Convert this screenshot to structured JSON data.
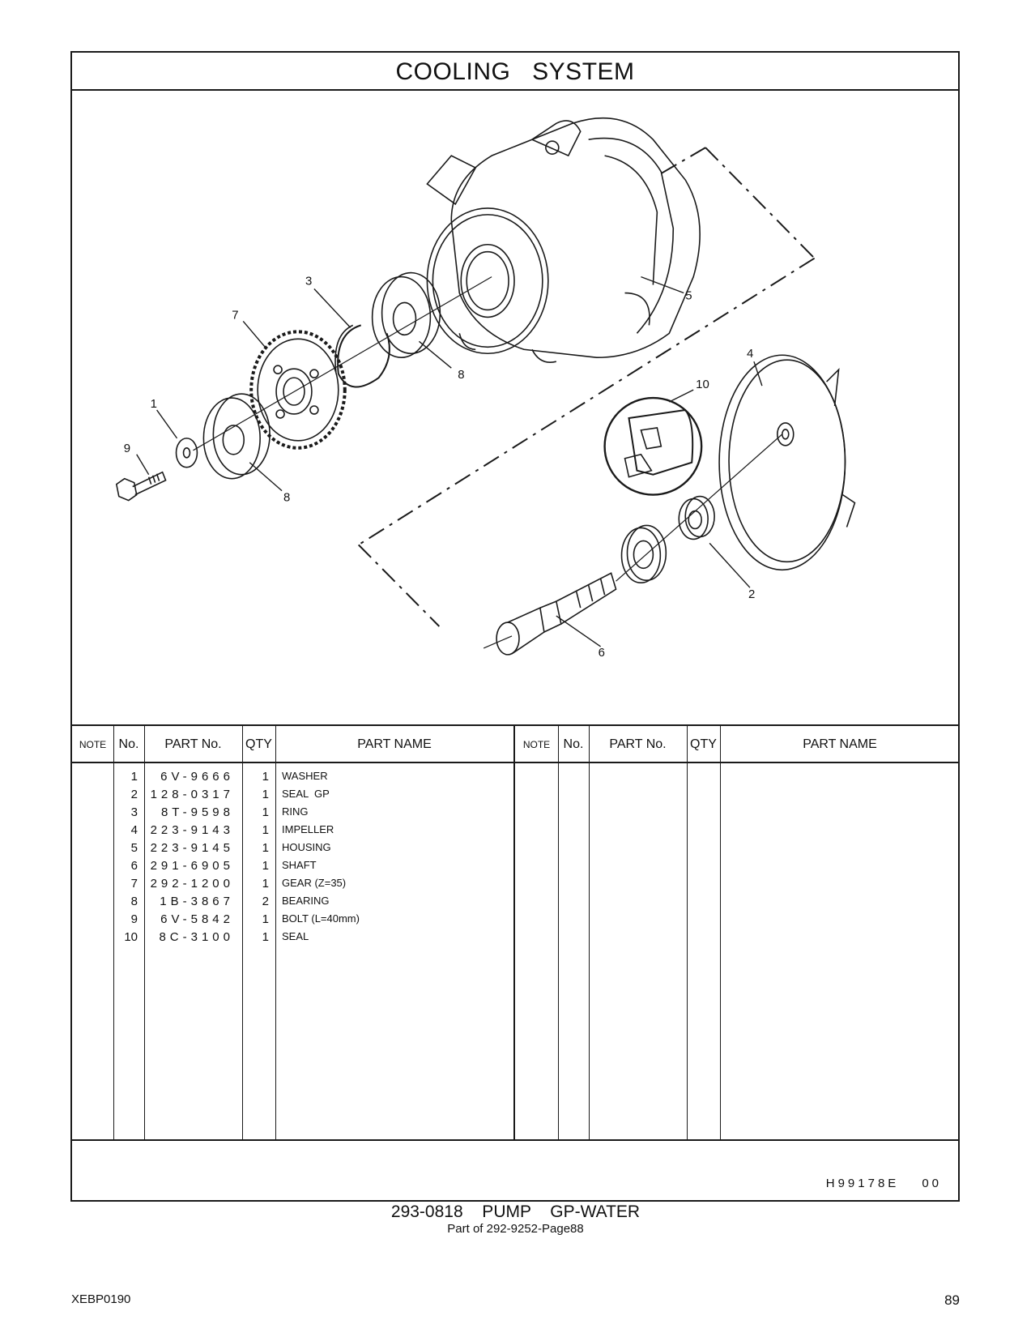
{
  "header": {
    "title": "COOLING SYSTEM"
  },
  "diagram": {
    "callouts": [
      "3",
      "7",
      "5",
      "4",
      "10",
      "1",
      "8",
      "9",
      "8",
      "2",
      "6"
    ]
  },
  "table": {
    "headers": {
      "note": "NOTE",
      "no": "No.",
      "part_no": "PART No.",
      "qty": "QTY",
      "part_name": "PART NAME"
    },
    "rows": [
      {
        "no": "1",
        "part_no": "6V-9666",
        "qty": "1",
        "name": "WASHER"
      },
      {
        "no": "2",
        "part_no": "128-0317",
        "qty": "1",
        "name": "SEAL  GP"
      },
      {
        "no": "3",
        "part_no": "8T-9598",
        "qty": "1",
        "name": "RING"
      },
      {
        "no": "4",
        "part_no": "223-9143",
        "qty": "1",
        "name": "IMPELLER"
      },
      {
        "no": "5",
        "part_no": "223-9145",
        "qty": "1",
        "name": "HOUSING"
      },
      {
        "no": "6",
        "part_no": "291-6905",
        "qty": "1",
        "name": "SHAFT"
      },
      {
        "no": "7",
        "part_no": "292-1200",
        "qty": "1",
        "name": "GEAR (Z=35)"
      },
      {
        "no": "8",
        "part_no": "1B-3867",
        "qty": "2",
        "name": "BEARING"
      },
      {
        "no": "9",
        "part_no": "6V-5842",
        "qty": "1",
        "name": "BOLT (L=40mm)"
      },
      {
        "no": "10",
        "part_no": "8C-3100",
        "qty": "1",
        "name": "SEAL"
      }
    ]
  },
  "footer_code": {
    "code": "H99178E",
    "rev": "00"
  },
  "caption": {
    "main": "293-0818  PUMP  GP-WATER",
    "sub": "Part of 292-9252-Page88"
  },
  "doc": {
    "code": "XEBP0190",
    "page": "89"
  }
}
